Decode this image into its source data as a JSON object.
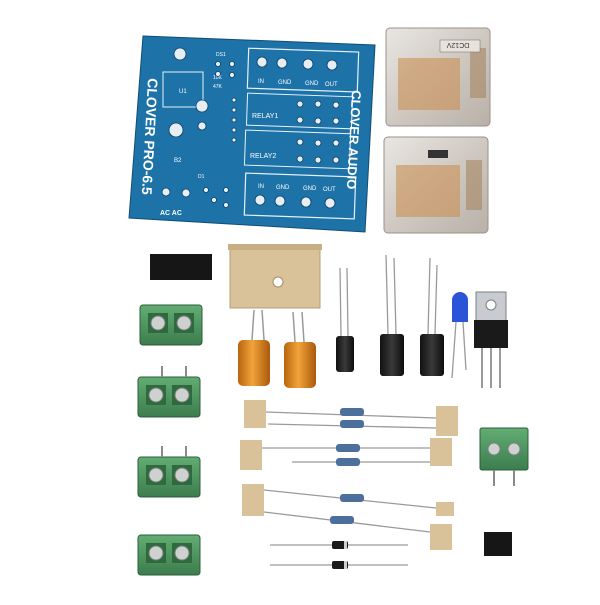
{
  "pcb": {
    "title_left": "CLOVER PRO-6.5",
    "title_right": "CLOVER AUDIO",
    "relay1": "RELAY1",
    "relay2": "RELAY2",
    "in": "IN",
    "gnd": "GND",
    "out": "OUT",
    "ac": "AC AC",
    "ds1": "DS1",
    "d1": "D1",
    "b2": "B2",
    "u1": "U1",
    "r10k": "10K",
    "r47k": "47K"
  },
  "relay_label": "DC12V",
  "colors": {
    "pcb": "#1d72a8",
    "silk": "#ffffff",
    "terminal_green": "#4f9a62",
    "capacitor_orange": "#e08a1e",
    "resistor_blue": "#4d6f9c",
    "tape": "#d9c19a"
  }
}
